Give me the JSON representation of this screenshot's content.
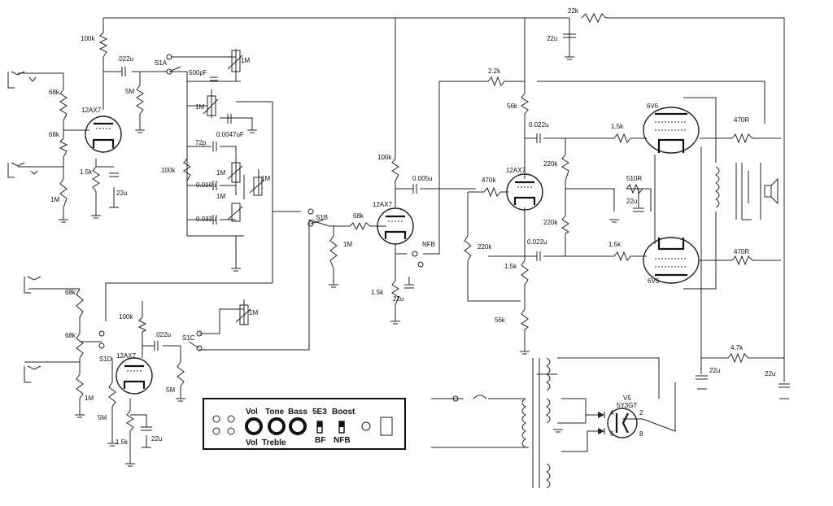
{
  "components": {
    "r_100k_a": "100k",
    "c_022u_a": ".022u",
    "r_5m_a": "5M",
    "s1a": "S1A",
    "c_500pf": "500pF",
    "p_1m_a": "1M",
    "p_1m_b": "1M",
    "c_0047": "0.0047uF",
    "r_68k_a": "68k",
    "r_68k_b": "68k",
    "tube_12ax7_a": "12AX7",
    "r_15k_a": "1.5k",
    "c_22u_a": "22u",
    "r_1m_a": "1M",
    "c_72p": "72p",
    "r_100k_b": "100k",
    "p_1m_c": "1M",
    "p_1m_d": "1M",
    "c_010u": "0.010u",
    "p_1m_e": "1M",
    "c_033u": "0.033u",
    "s1b": "S1B",
    "r_68k_c": "68k",
    "r_1m_b": "1M",
    "r_100k_c": "100k",
    "c_005u": "0.005u",
    "tube_12ax7_b": "12AX7",
    "nfb": "NFB",
    "r_15k_b": "1.5k",
    "c_22u_b": "22u",
    "r_22k": "22k",
    "c_22u_top": "22u",
    "r_2_2k": "2.2k",
    "r_56k_a": "56k",
    "c_0022u_a": "0.022u",
    "r_470k": "470k",
    "tube_12ax7_c": "12AX7",
    "r_220k_a": "220k",
    "r_220k_b": "220k",
    "r_220k_c": "220k",
    "c_0022u_b": "0.022u",
    "r_15k_c": "1.5k",
    "r_56k_b": "56k",
    "r_15k_d": "1.5k",
    "r_510r": "510R",
    "c_22u_c": "22u",
    "r_15k_e": "1.5k",
    "tube_6v6_a": "6V6",
    "tube_6v6_b": "6V6",
    "r_470r_a": "470R",
    "r_470r_b": "470R",
    "r_47k": "4.7k",
    "c_22u_d": "22u",
    "c_22u_e": "22u",
    "r_68k_d": "68k",
    "r_68k_e": "68k",
    "r_1m_c": "1M",
    "s1d": "S1D",
    "r_100k_d": "100k",
    "c_022u_b": ".022u",
    "s1c": "S1C",
    "tube_12ax7_d": "12AX7",
    "r_5m_b": "5M",
    "r_5m_c": "5M",
    "r_15k_f": "1.5k",
    "c_22u_f": "22u",
    "p_1m_f": "1M",
    "v5": "V5",
    "tube_5y3gt": "5Y3GT",
    "pin_4": "4",
    "pin_2": "2",
    "pin_6": "6",
    "pin_8": "8"
  },
  "panel": {
    "vol_top": "Vol",
    "tone": "Tone",
    "bass": "Bass",
    "vol_bottom": "Vol",
    "treble": "Treble",
    "sw_5e3": "5E3",
    "sw_boost": "Boost",
    "sw_bf": "BF",
    "sw_nfb": "NFB"
  }
}
